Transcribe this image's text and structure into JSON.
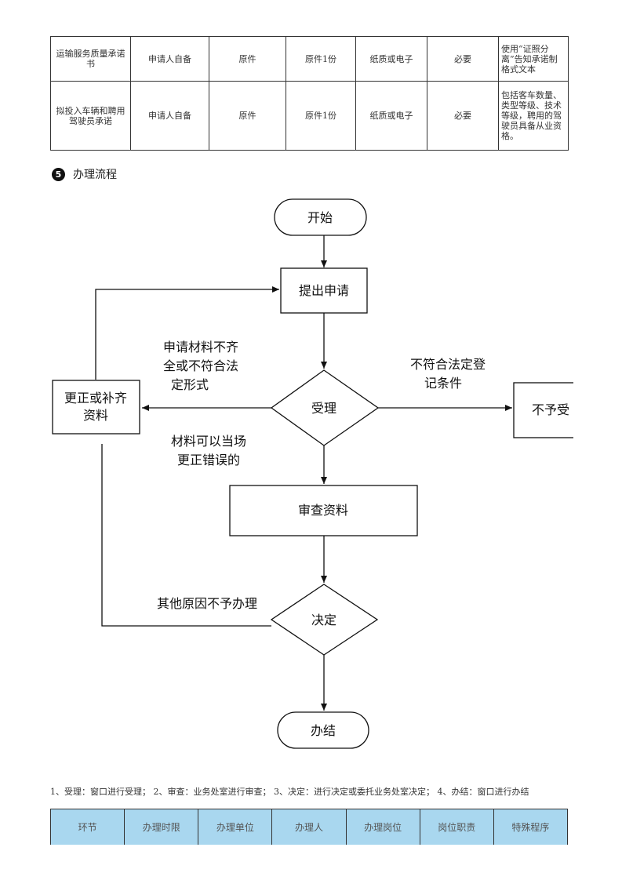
{
  "req_table": {
    "rows": [
      {
        "name": "运输服务质量承诺书",
        "source": "申请人自备",
        "type": "原件",
        "count": "原件1份",
        "format": "纸质或电子",
        "required": "必要",
        "note": "使用“证照分离”告知承诺制格式文本"
      },
      {
        "name": "拟投入车辆和聘用驾驶员承诺",
        "source": "申请人自备",
        "type": "原件",
        "count": "原件1份",
        "format": "纸质或电子",
        "required": "必要",
        "note": "包括客车数量、类型等级、技术等级，聘用的驾驶员具备从业资格。"
      }
    ]
  },
  "section": {
    "number": "5",
    "title": "办理流程"
  },
  "flow": {
    "start": "开始",
    "submit": "提出申请",
    "accept": "受理",
    "supplement": [
      "更正或补齐",
      "资料"
    ],
    "reject": "不予受",
    "review": "审查资料",
    "decide": "决定",
    "finish": "办结",
    "label_incomplete": [
      "申请材料不齐",
      "全或不符合法",
      "定形式"
    ],
    "label_fixable": [
      "材料可以当场",
      "更正错误的"
    ],
    "label_not_legal": [
      "不符合法定登",
      "记条件"
    ],
    "label_other": "其他原因不予办理"
  },
  "note": "1、受理：窗口进行受理； 2、审查：业务处室进行审查； 3、决定：进行决定或委托业务处室决定； 4、办结：窗口进行办结",
  "stage_table": {
    "headers": [
      "环节",
      "办理时限",
      "办理单位",
      "办理人",
      "办理岗位",
      "岗位职责",
      "特殊程序"
    ]
  }
}
